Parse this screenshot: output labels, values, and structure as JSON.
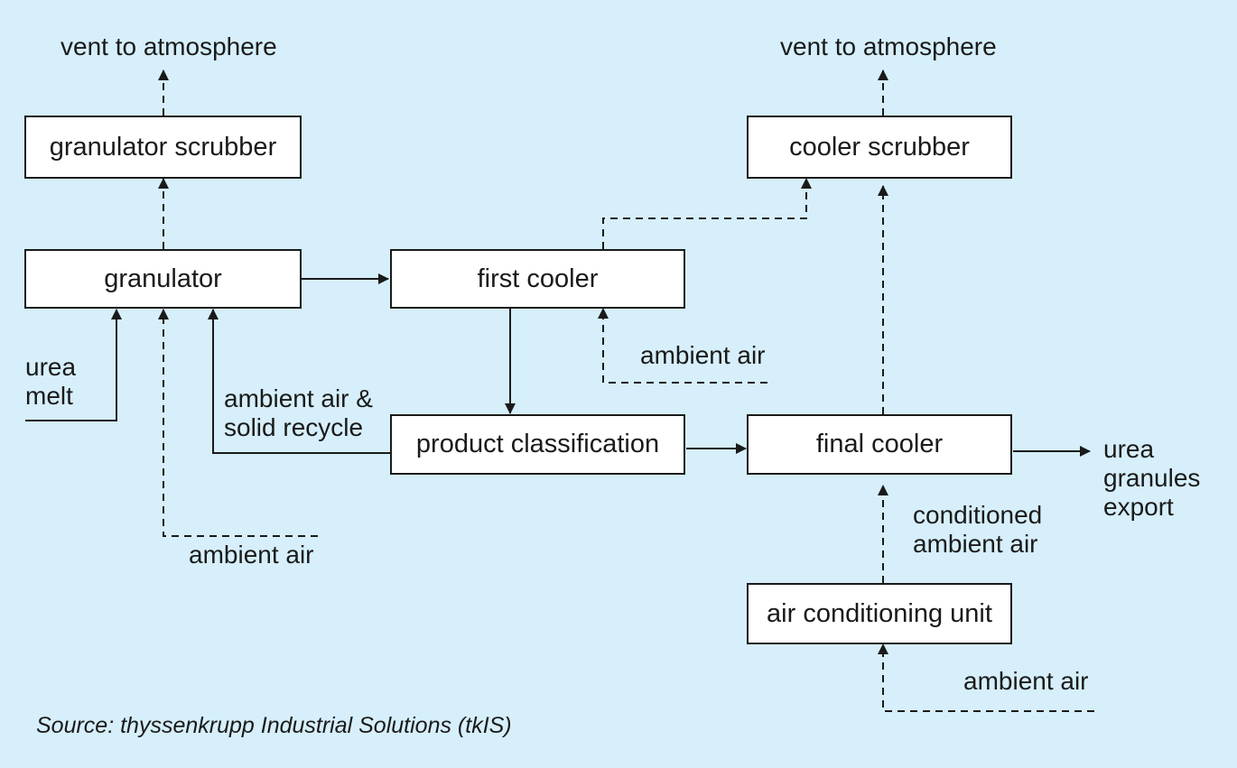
{
  "boxes": {
    "granulator_scrubber": "granulator scrubber",
    "granulator": "granulator",
    "first_cooler": "first cooler",
    "cooler_scrubber": "cooler scrubber",
    "product_classification": "product classification",
    "final_cooler": "final cooler",
    "air_conditioning_unit": "air conditioning unit"
  },
  "labels": {
    "vent_left": "vent to atmosphere",
    "vent_right": "vent to atmosphere",
    "urea_melt": [
      "urea",
      "melt"
    ],
    "ambient_air_recycle": [
      "ambient air &",
      "solid recycle"
    ],
    "ambient_air_granulator": "ambient air",
    "ambient_air_first_cooler": "ambient air",
    "conditioned_air": [
      "conditioned",
      "ambient air"
    ],
    "ambient_air_conditioning": "ambient air",
    "urea_export": [
      "urea",
      "granules",
      "export"
    ]
  },
  "source": "Source: thyssenkrupp Industrial Solutions (tkIS)"
}
